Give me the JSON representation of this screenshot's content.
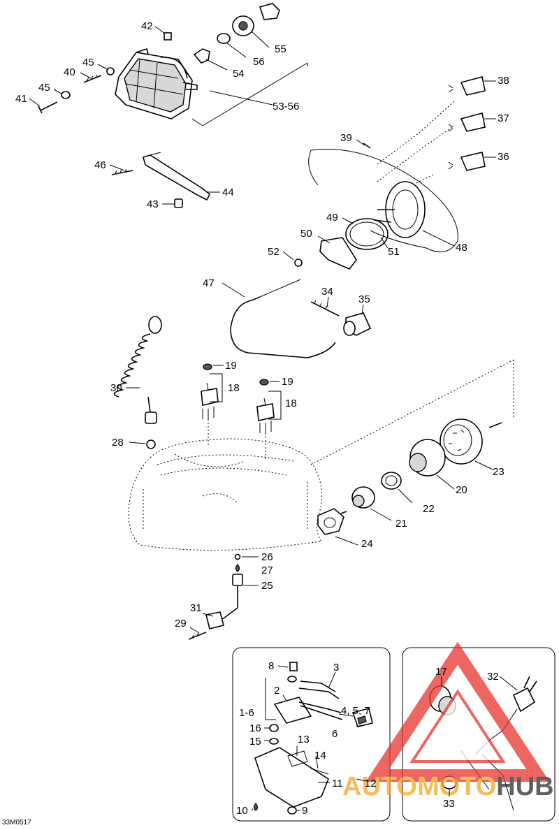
{
  "diagram_code": "33M0517",
  "labels": [
    {
      "id": "42",
      "text": "42"
    },
    {
      "id": "55",
      "text": "55"
    },
    {
      "id": "45a",
      "text": "45"
    },
    {
      "id": "56",
      "text": "56"
    },
    {
      "id": "40",
      "text": "40"
    },
    {
      "id": "54",
      "text": "54"
    },
    {
      "id": "45b",
      "text": "45"
    },
    {
      "id": "41",
      "text": "41"
    },
    {
      "id": "53-56",
      "text": "53-56"
    },
    {
      "id": "38",
      "text": "38"
    },
    {
      "id": "37",
      "text": "37"
    },
    {
      "id": "39",
      "text": "39"
    },
    {
      "id": "36",
      "text": "36"
    },
    {
      "id": "46",
      "text": "46"
    },
    {
      "id": "44",
      "text": "44"
    },
    {
      "id": "43",
      "text": "43"
    },
    {
      "id": "49",
      "text": "49"
    },
    {
      "id": "50",
      "text": "50"
    },
    {
      "id": "48",
      "text": "48"
    },
    {
      "id": "52",
      "text": "52"
    },
    {
      "id": "51",
      "text": "51"
    },
    {
      "id": "47",
      "text": "47"
    },
    {
      "id": "34",
      "text": "34"
    },
    {
      "id": "35",
      "text": "35"
    },
    {
      "id": "19a",
      "text": "19"
    },
    {
      "id": "19b",
      "text": "19"
    },
    {
      "id": "30",
      "text": "30"
    },
    {
      "id": "18a",
      "text": "18"
    },
    {
      "id": "18b",
      "text": "18"
    },
    {
      "id": "28",
      "text": "28"
    },
    {
      "id": "23",
      "text": "23"
    },
    {
      "id": "20",
      "text": "20"
    },
    {
      "id": "22",
      "text": "22"
    },
    {
      "id": "21",
      "text": "21"
    },
    {
      "id": "24",
      "text": "24"
    },
    {
      "id": "26",
      "text": "26"
    },
    {
      "id": "27",
      "text": "27"
    },
    {
      "id": "25",
      "text": "25"
    },
    {
      "id": "31",
      "text": "31"
    },
    {
      "id": "29",
      "text": "29"
    },
    {
      "id": "8",
      "text": "8"
    },
    {
      "id": "3",
      "text": "3"
    },
    {
      "id": "2",
      "text": "2"
    },
    {
      "id": "4-5-7",
      "text": "4, 5, 7"
    },
    {
      "id": "1-6",
      "text": "1-6"
    },
    {
      "id": "6",
      "text": "6"
    },
    {
      "id": "16",
      "text": "16"
    },
    {
      "id": "15",
      "text": "15"
    },
    {
      "id": "13",
      "text": "13"
    },
    {
      "id": "14",
      "text": "14"
    },
    {
      "id": "11",
      "text": "11"
    },
    {
      "id": "12",
      "text": "12"
    },
    {
      "id": "10",
      "text": "10"
    },
    {
      "id": "9",
      "text": "9"
    },
    {
      "id": "17",
      "text": "17"
    },
    {
      "id": "32",
      "text": "32"
    },
    {
      "id": "33",
      "text": "33"
    }
  ],
  "watermark": {
    "text_part1": "AUTOMOTO",
    "text_part2": "HUB",
    "color_accent": "#f5a623",
    "color_main": "#e8342e",
    "color_dark": "#2b2b2b"
  }
}
